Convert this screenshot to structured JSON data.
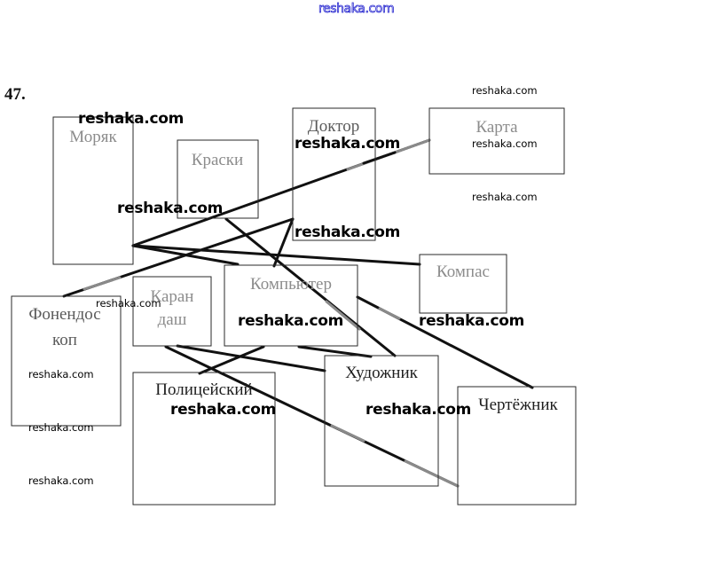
{
  "header": {
    "site_logo": "reshaka.com",
    "task_number": "47."
  },
  "items": {
    "moryak": "Моряк",
    "kraski": "Краски",
    "doktor": "Доктор",
    "karta": "Карта",
    "kompas": "Компас",
    "fonendoskop_line1": "Фонендос",
    "fonendoskop_line2": "коп",
    "karandash_line1": "Каран",
    "karandash_line2": "даш",
    "kompyuter": "Компьютер",
    "politseyskiy": "Полицейский",
    "khudozhnik": "Художник",
    "chertezhnik": "Чертёжник"
  },
  "watermark": {
    "text": "reshaka.com"
  },
  "colors": {
    "logo_blue": "#2a2ad0",
    "line": "#111111",
    "faded_line": "#8a8a8a"
  }
}
